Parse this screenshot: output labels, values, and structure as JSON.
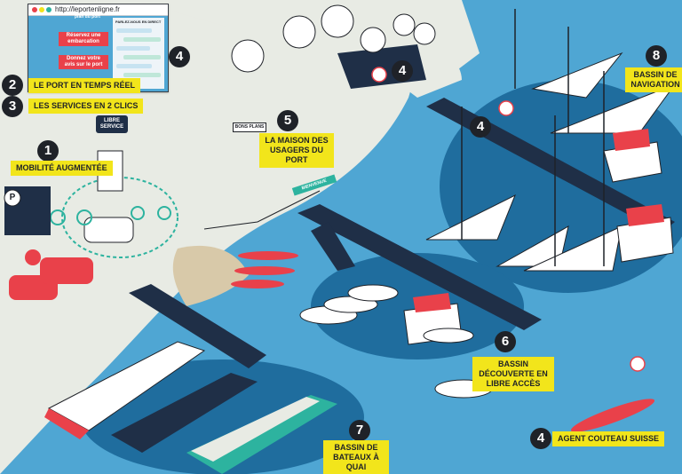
{
  "browser": {
    "url": "http://leportenligne.fr",
    "header_fragment": "plan du port",
    "panel_title": "PARLEZ-NOUS EN DIRECT",
    "button_reserve": "Réservez une embarcation",
    "button_review": "Donnez votre avis sur le port"
  },
  "callouts": [
    {
      "number": "1",
      "label": "MOBILITÉ AUGMENTÉE"
    },
    {
      "number": "2",
      "label": "LE PORT EN TEMPS RÉEL"
    },
    {
      "number": "3",
      "label": "LES SERVICES EN 2 CLICS"
    },
    {
      "number": "4",
      "label": ""
    },
    {
      "number": "4",
      "label": ""
    },
    {
      "number": "4",
      "label": ""
    },
    {
      "number": "4",
      "label": "AGENT COUTEAU SUISSE"
    },
    {
      "number": "5",
      "label": "LA MAISON DES USAGERS DU PORT"
    },
    {
      "number": "6",
      "label": "BASSIN DÉCOUVERTE EN LIBRE ACCÈS"
    },
    {
      "number": "7",
      "label": "BASSIN DE BATEAUX À QUAI"
    },
    {
      "number": "8",
      "label": "BASSIN DE NAVIGATION"
    }
  ],
  "signs": {
    "libre_service": "LIBRE SERVICE",
    "bienvenue": "BIENVENUE",
    "parking": "P",
    "bons_plans": "BONS PLANS"
  },
  "colors": {
    "sea": "#4fa6d3",
    "deep_sea": "#1f6d9e",
    "land": "#e8ebe4",
    "label_yellow": "#f2e51b",
    "accent_red": "#e9414a",
    "dark": "#1f2228",
    "quay_teal": "#2db39f"
  }
}
